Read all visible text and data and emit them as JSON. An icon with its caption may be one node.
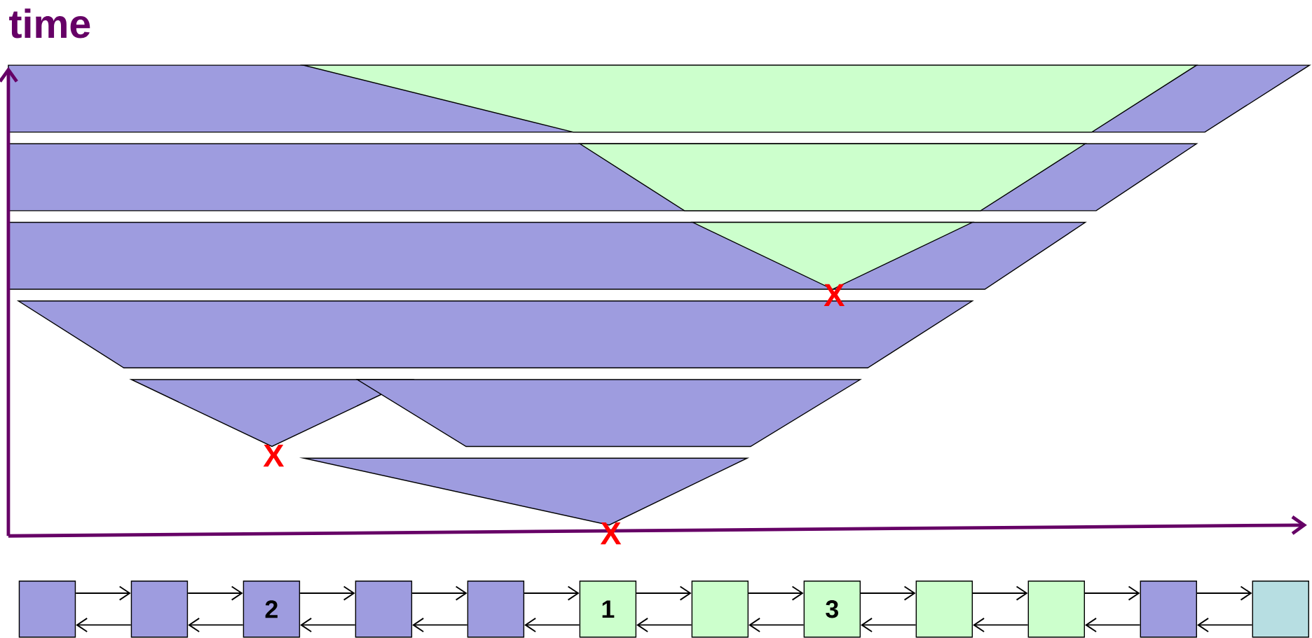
{
  "diagram": {
    "nodes": [
      {
        "text": [],
        "shape": "box"
      },
      {
        "text": [],
        "shape": "box"
      },
      {
        "text": [
          "2"
        ]
      },
      {
        "text": [],
        "shape": "box"
      },
      {
        "text": [],
        "shape": "box"
      },
      {
        "text": [
          "1"
        ]
      },
      {
        "text": [],
        "shape": "box"
      },
      {
        "text": [
          "3"
        ]
      },
      {
        "text": [],
        "shape": "box"
      },
      {
        "text": [],
        "shape": "box"
      },
      {
        "text": [],
        "shape": "box"
      },
      {
        "text": [],
        "shape": "box"
      }
    ],
    "edges": [
      {
        "from": 0,
        "to": 1,
        "arrow": "to"
      },
      {
        "from": 1,
        "to": 0,
        "arrow": "to"
      },
      {
        "from": 1,
        "to": 2,
        "arrow": "to"
      },
      {
        "from": 2,
        "to": 1,
        "arrow": "to"
      },
      {
        "from": 2,
        "to": 3,
        "arrow": "to"
      },
      {
        "from": 3,
        "to": 2,
        "arrow": "to"
      },
      {
        "from": 3,
        "to": 4,
        "arrow": "to"
      },
      {
        "from": 4,
        "to": 3,
        "arrow": "to"
      },
      {
        "from": 4,
        "to": 5,
        "arrow": "to"
      },
      {
        "from": 5,
        "to": 4,
        "arrow": "to"
      },
      {
        "from": 5,
        "to": 6,
        "arrow": "to"
      },
      {
        "from": 6,
        "to": 5,
        "arrow": "to"
      },
      {
        "from": 6,
        "to": 7,
        "arrow": "to"
      },
      {
        "from": 7,
        "to": 6,
        "arrow": "to"
      },
      {
        "from": 7,
        "to": 8,
        "arrow": "to"
      },
      {
        "from": 8,
        "to": 7,
        "arrow": "to"
      },
      {
        "from": 8,
        "to": 9,
        "arrow": "to"
      },
      {
        "from": 9,
        "to": 8,
        "arrow": "to"
      },
      {
        "from": 9,
        "to": 10,
        "arrow": "to"
      },
      {
        "from": 10,
        "to": 9,
        "arrow": "to"
      },
      {
        "from": 10,
        "to": 11,
        "arrow": "to"
      },
      {
        "from": 11,
        "to": 10,
        "arrow": "to"
      }
    ],
    "labels": [
      "time",
      "X",
      "X",
      "X"
    ]
  }
}
